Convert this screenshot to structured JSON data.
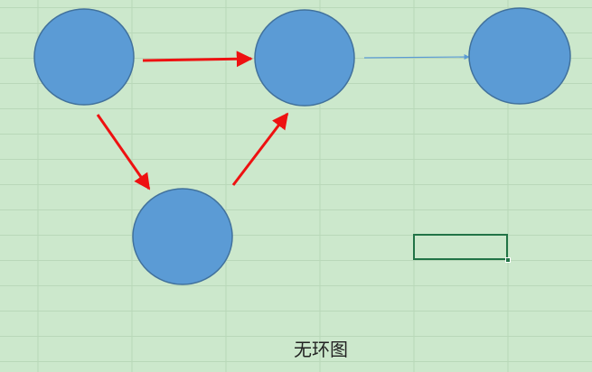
{
  "caption": "无环图",
  "colors": {
    "background": "#cce8cc",
    "gridline": "#b9d8b9",
    "node_fill": "#5b9bd5",
    "node_stroke": "#41719c",
    "edge_highlight": "#ee1111",
    "edge_normal": "#5b9bd5",
    "cell_selection": "#217346"
  },
  "graph": {
    "nodes": [
      {
        "id": "node-1"
      },
      {
        "id": "node-2"
      },
      {
        "id": "node-3"
      },
      {
        "id": "node-4"
      }
    ],
    "edges": [
      {
        "from": "node-1",
        "to": "node-2",
        "style": "highlight"
      },
      {
        "from": "node-1",
        "to": "node-4",
        "style": "highlight"
      },
      {
        "from": "node-4",
        "to": "node-2",
        "style": "highlight"
      },
      {
        "from": "node-2",
        "to": "node-3",
        "style": "normal"
      }
    ]
  }
}
